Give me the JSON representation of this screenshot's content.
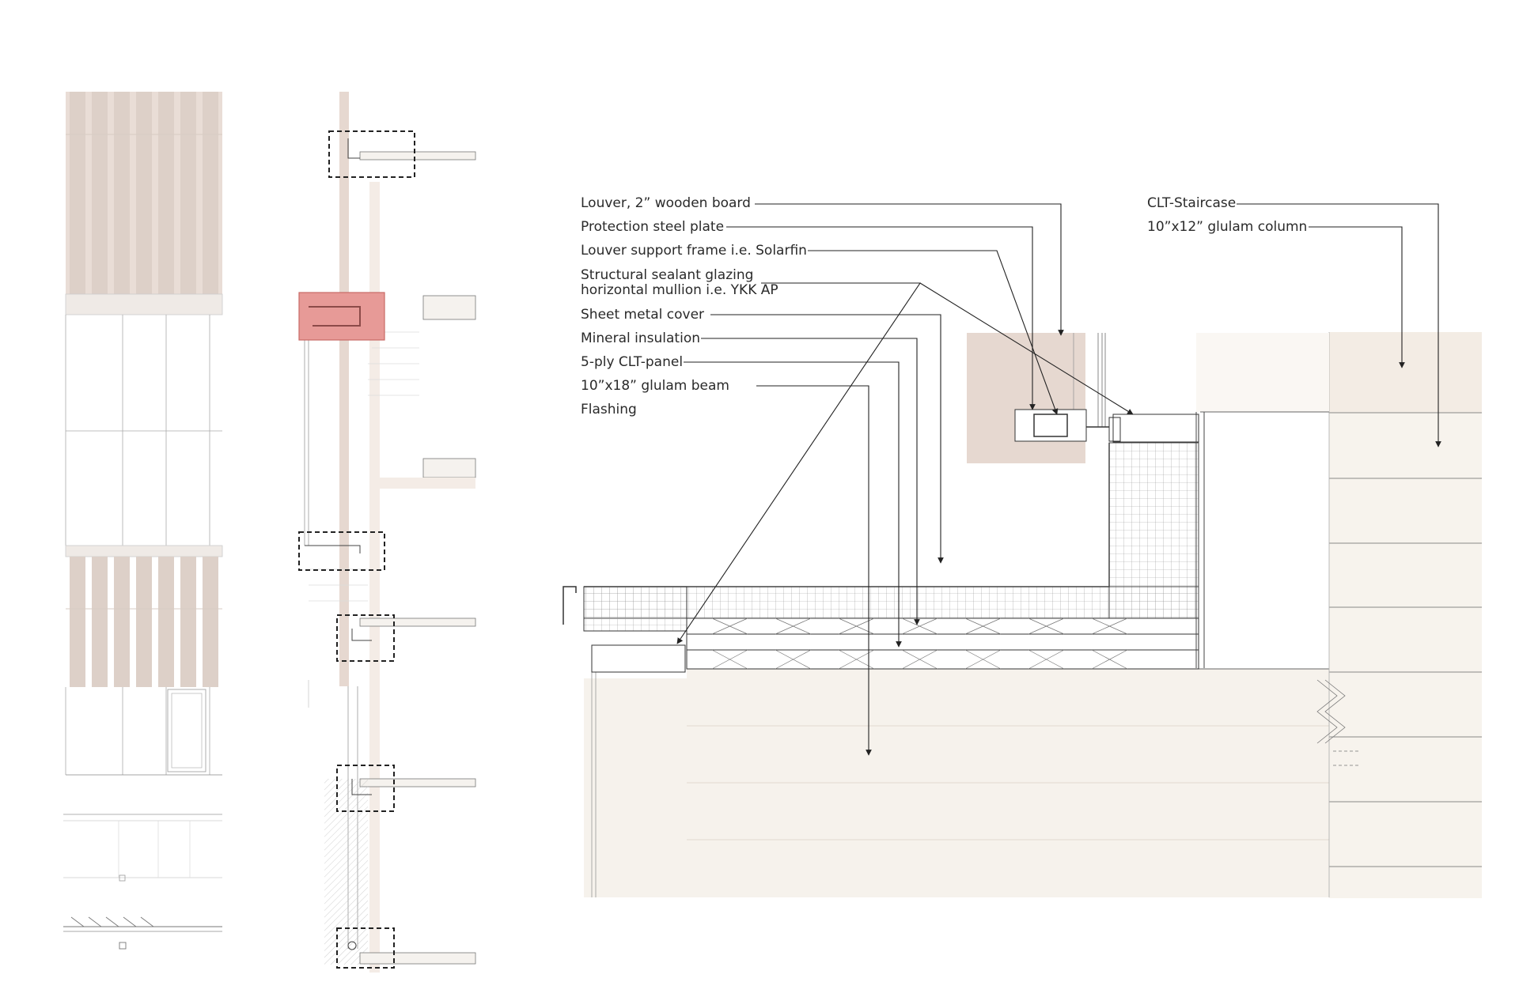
{
  "labels": {
    "louver": "Louver, 2” wooden board",
    "protection_plate": "Protection steel plate",
    "louver_support": "Louver support frame i.e. Solarfin",
    "structural_sealant_1": "Structural sealant glazing",
    "structural_sealant_2": "horizontal mullion i.e. YKK AP",
    "sheet_metal": "Sheet metal cover",
    "mineral_insulation": "Mineral insulation",
    "clt_panel": "5-ply CLT-panel",
    "glulam_beam": "10”x18” glulam beam",
    "flashing": "Flashing",
    "clt_staircase": "CLT-Staircase",
    "glulam_column": "10”x12” glulam column"
  },
  "colors": {
    "wood": "#ede3dc",
    "wood_dark": "#e2d2c8",
    "wood_light": "#f6f2ec",
    "highlight": "#e79a97",
    "line": "#555555",
    "text": "#2a2a2a"
  }
}
